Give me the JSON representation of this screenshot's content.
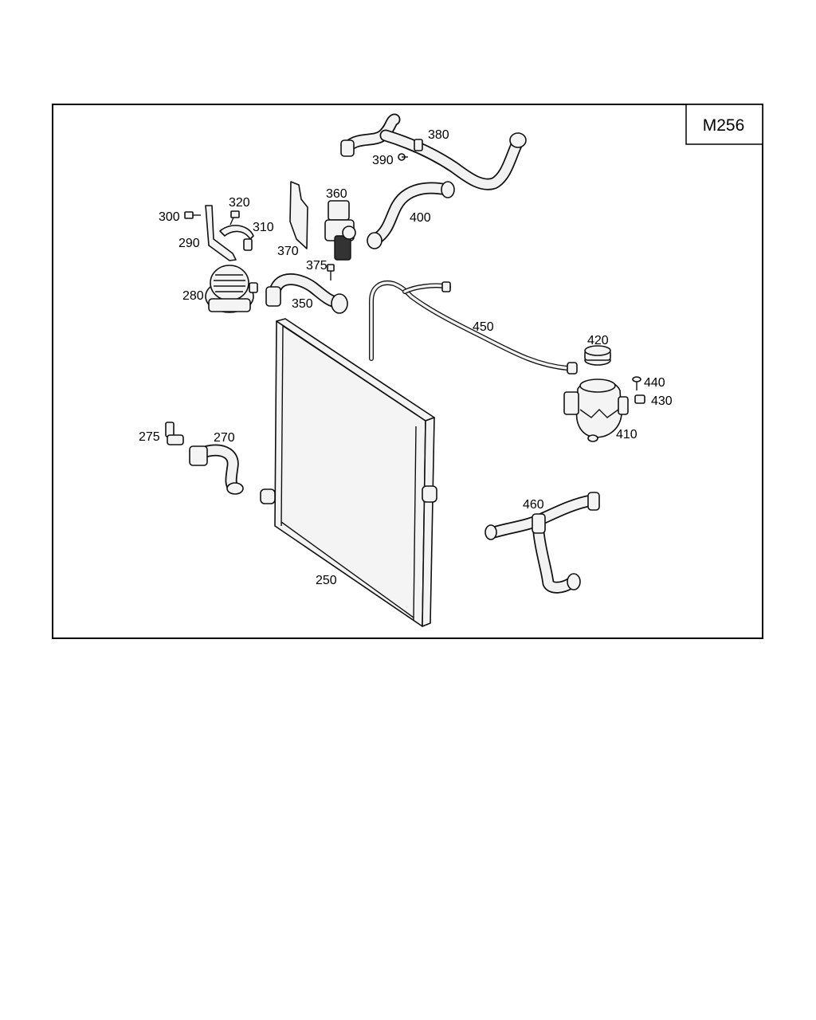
{
  "diagram_code": "M256",
  "callouts": {
    "c250": "250",
    "c270": "270",
    "c275": "275",
    "c280": "280",
    "c290": "290",
    "c300": "300",
    "c310": "310",
    "c320": "320",
    "c350": "350",
    "c360": "360",
    "c370": "370",
    "c375": "375",
    "c380": "380",
    "c390": "390",
    "c400": "400",
    "c410": "410",
    "c420": "420",
    "c430": "430",
    "c440": "440",
    "c450": "450",
    "c460": "460"
  }
}
